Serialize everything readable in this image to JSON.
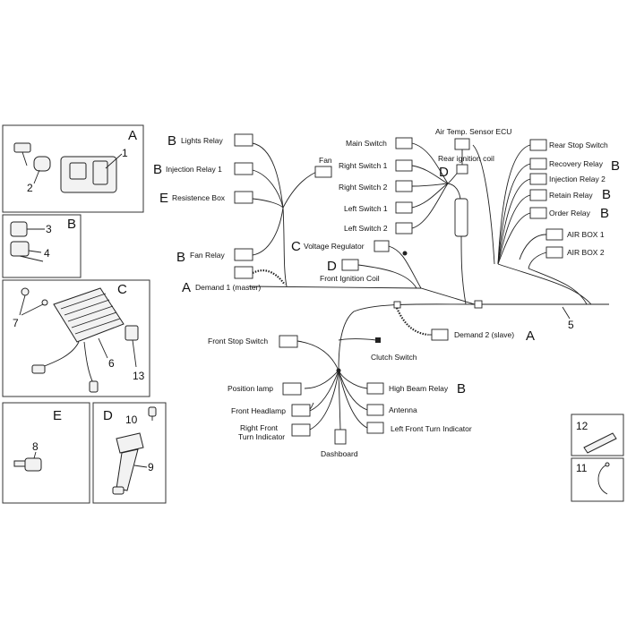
{
  "connectors_top_left": [
    {
      "letter": "B",
      "label": "Lights Relay"
    },
    {
      "letter": "B",
      "label": "Injection Relay 1"
    },
    {
      "letter": "E",
      "label": "Resistence Box"
    },
    {
      "letter": "B",
      "label": "Fan Relay"
    },
    {
      "letter": "A",
      "label": "Demand 1 (master)"
    }
  ],
  "connectors_top_mid": {
    "fan": "Fan",
    "main_switch": "Main Switch",
    "right_switch_1": "Right Switch 1",
    "right_switch_2": "Right Switch 2",
    "left_switch_1": "Left Switch 1",
    "left_switch_2": "Left Switch 2",
    "voltage_regulator": {
      "letter": "C",
      "label": "Voltage Regulator"
    },
    "front_ignition_coil": {
      "letter": "D",
      "label": "Front Ignition Coil"
    },
    "air_temp_sensor": "Air Temp. Sensor ECU",
    "rear_ignition_coil": {
      "letter": "D",
      "label": "Rear ignition coil"
    }
  },
  "connectors_top_right": [
    {
      "letter": "",
      "label": "Rear Stop Switch"
    },
    {
      "letter": "B",
      "label": "Recovery Relay"
    },
    {
      "letter": "",
      "label": "Injection Relay 2"
    },
    {
      "letter": "B",
      "label": "Retain Relay"
    },
    {
      "letter": "B",
      "label": "Order Relay"
    },
    {
      "letter": "",
      "label": "AIR BOX 1"
    },
    {
      "letter": "",
      "label": "AIR BOX 2"
    }
  ],
  "connectors_bottom": {
    "front_stop_switch": "Front Stop Switch",
    "demand_2": {
      "letter": "A",
      "label": "Demand 2 (slave)"
    },
    "clutch_switch": "Clutch Switch",
    "position_lamp": "Position lamp",
    "front_headlamp": "Front Headlamp",
    "right_front_turn_1": "Right Front",
    "right_front_turn_2": "Turn Indicator",
    "dashboard": "Dashboard",
    "high_beam_relay": {
      "letter": "B",
      "label": "High Beam Relay"
    },
    "antenna": "Antenna",
    "left_front_turn": "Left Front Turn Indicator"
  },
  "harness_number": "5",
  "panels": {
    "A": {
      "letter": "A",
      "parts": [
        "1",
        "2"
      ]
    },
    "B": {
      "letter": "B",
      "parts": [
        "3",
        "4"
      ]
    },
    "C": {
      "letter": "C",
      "parts": [
        "7",
        "6",
        "13"
      ]
    },
    "E": {
      "letter": "E",
      "parts": [
        "8"
      ]
    },
    "D": {
      "letter": "D",
      "parts": [
        "10",
        "9"
      ]
    },
    "accessory_12": "12",
    "accessory_11": "11"
  }
}
